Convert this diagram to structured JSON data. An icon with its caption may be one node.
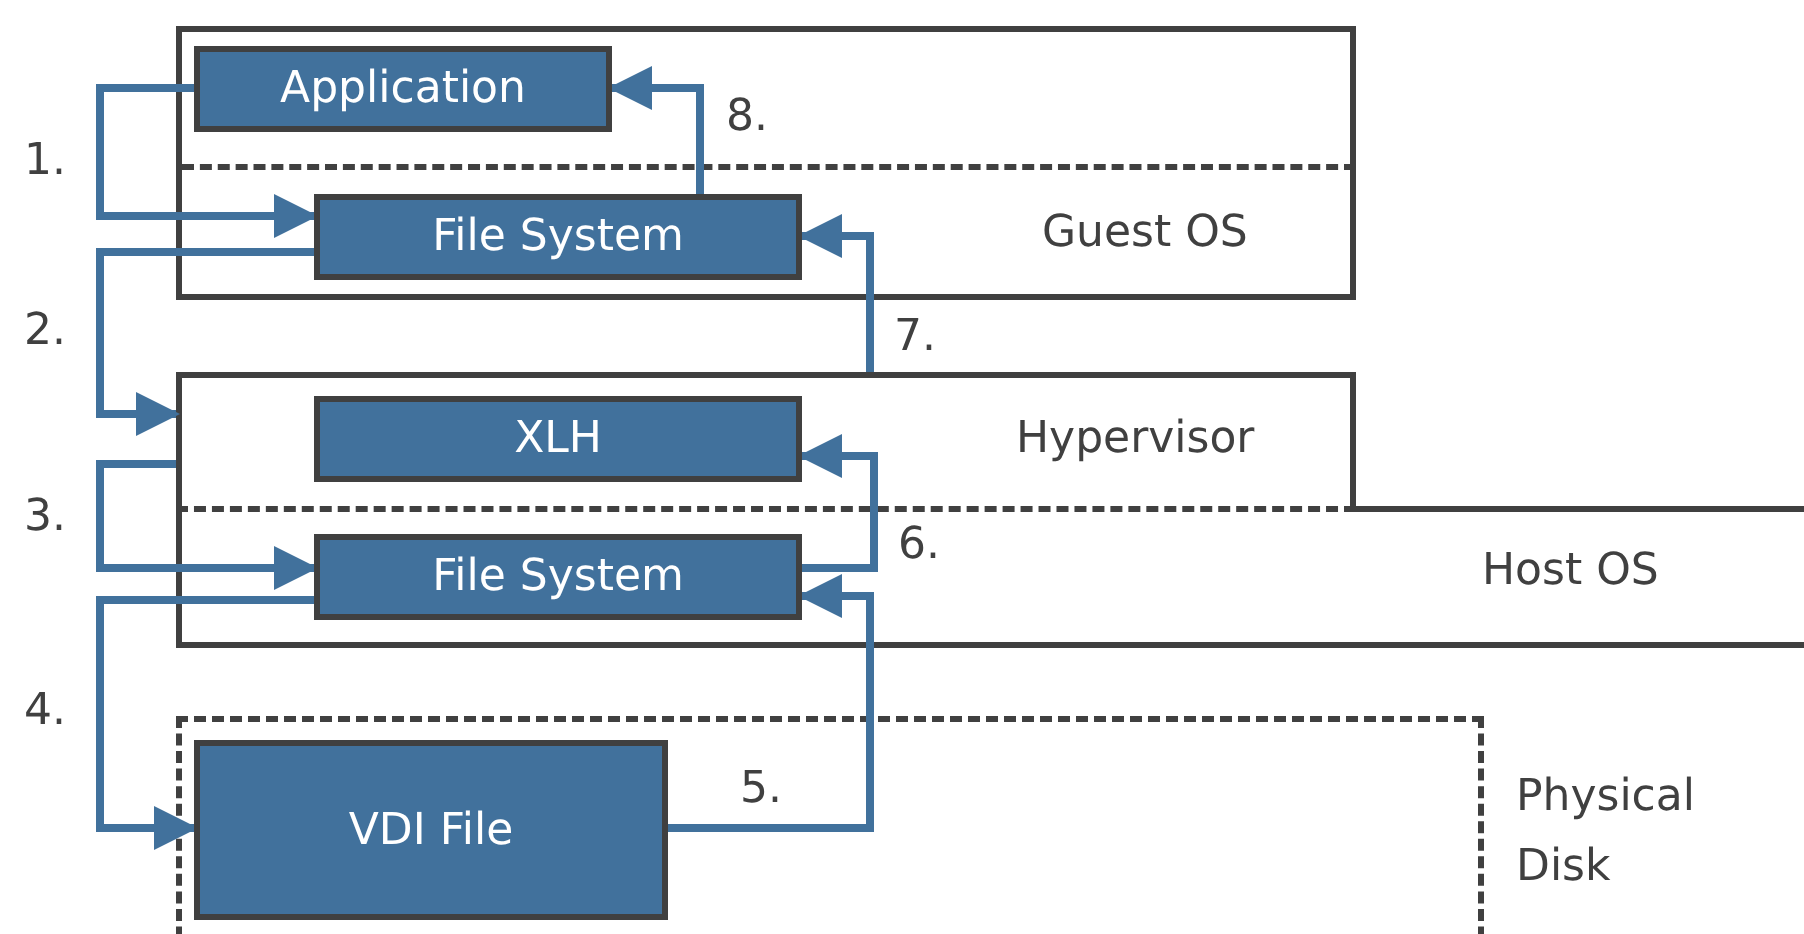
{
  "diagram": {
    "nodes": [
      {
        "text": [
          "Guest OS"
        ]
      },
      {
        "text": [
          "Application"
        ],
        "in": 0
      },
      {
        "text": [
          "File System"
        ],
        "in": 0
      },
      {
        "text": [
          "Hypervisor"
        ]
      },
      {
        "text": [
          "XLH"
        ],
        "in": 3
      },
      {
        "text": [
          "Host OS"
        ]
      },
      {
        "text": [
          "File System"
        ],
        "in": 5
      },
      {
        "text": [
          "Physical Disk"
        ]
      },
      {
        "text": [
          "VDI File"
        ],
        "in": 7
      }
    ],
    "edges": [
      {
        "from": 1,
        "to": 2,
        "arrow": "to",
        "label": "1."
      },
      {
        "from": 2,
        "to": 3,
        "arrow": "to",
        "label": "2."
      },
      {
        "from": 3,
        "to": 6,
        "arrow": "to",
        "label": "3."
      },
      {
        "from": 6,
        "to": 8,
        "arrow": "to",
        "label": "4."
      },
      {
        "from": 8,
        "to": 6,
        "arrow": "to",
        "label": "5."
      },
      {
        "from": 6,
        "to": 4,
        "arrow": "to",
        "label": "6."
      },
      {
        "from": 3,
        "to": 2,
        "arrow": "to",
        "label": "7."
      },
      {
        "from": 2,
        "to": 1,
        "arrow": "to",
        "label": "8."
      }
    ]
  }
}
